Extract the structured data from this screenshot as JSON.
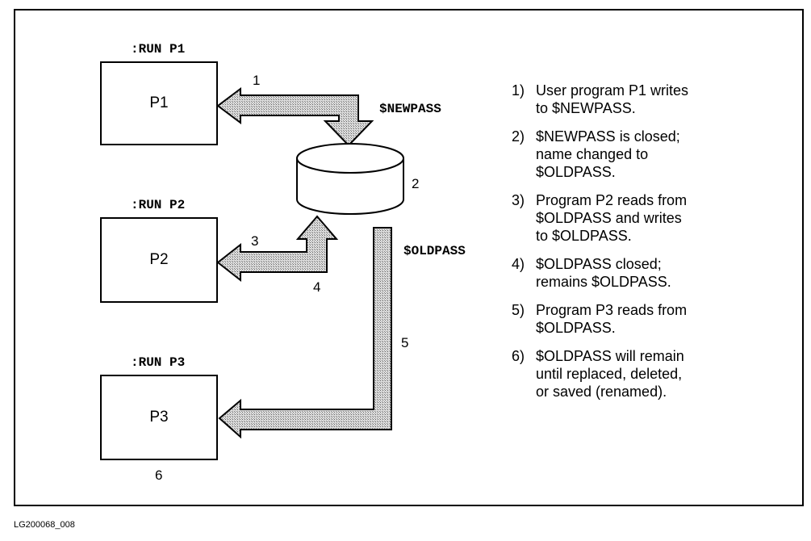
{
  "programs": [
    {
      "command": ":RUN P1",
      "label": "P1"
    },
    {
      "command": ":RUN P2",
      "label": "P2"
    },
    {
      "command": ":RUN P3",
      "label": "P3"
    }
  ],
  "files": {
    "newpass": "$NEWPASS",
    "oldpass": "$OLDPASS"
  },
  "step_labels": {
    "s1": "1",
    "s2": "2",
    "s3": "3",
    "s4": "4",
    "s5": "5",
    "s6": "6"
  },
  "notes": [
    {
      "num": "1)",
      "lines": [
        "User program P1 writes",
        "to $NEWPASS."
      ]
    },
    {
      "num": "2)",
      "lines": [
        "$NEWPASS is closed;",
        "name changed to",
        "$OLDPASS."
      ]
    },
    {
      "num": "3)",
      "lines": [
        "Program P2 reads from",
        "$OLDPASS and writes",
        "to $OLDPASS."
      ]
    },
    {
      "num": "4)",
      "lines": [
        "$OLDPASS closed;",
        "remains $OLDPASS."
      ]
    },
    {
      "num": "5)",
      "lines": [
        "Program P3 reads from",
        "$OLDPASS."
      ]
    },
    {
      "num": "6)",
      "lines": [
        "$OLDPASS will remain",
        "until replaced, deleted,",
        "or saved (renamed)."
      ]
    }
  ],
  "caption": "LG200068_008"
}
